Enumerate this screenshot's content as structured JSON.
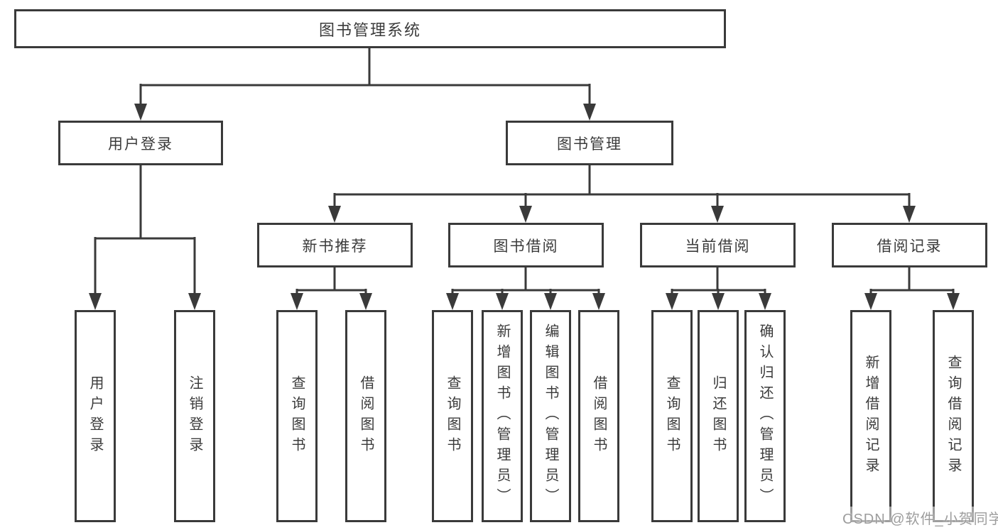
{
  "diagram": {
    "title": "图书管理系统",
    "root": {
      "label": "图书管理系统"
    },
    "branches": [
      {
        "label": "用户登录",
        "children": [
          {
            "label": "用户登录"
          },
          {
            "label": "注销登录"
          }
        ]
      },
      {
        "label": "图书管理",
        "children": [
          {
            "label": "新书推荐",
            "children": [
              {
                "label": "查询图书"
              },
              {
                "label": "借阅图书"
              }
            ]
          },
          {
            "label": "图书借阅",
            "children": [
              {
                "label": "查询图书"
              },
              {
                "label": "新增图书（管理员）"
              },
              {
                "label": "编辑图书（管理员）"
              },
              {
                "label": "借阅图书"
              }
            ]
          },
          {
            "label": "当前借阅",
            "children": [
              {
                "label": "查询图书"
              },
              {
                "label": "归还图书"
              },
              {
                "label": "确认归还（管理员）"
              }
            ]
          },
          {
            "label": "借阅记录",
            "children": [
              {
                "label": "新增借阅记录"
              },
              {
                "label": "查询借阅记录"
              }
            ]
          }
        ]
      }
    ]
  },
  "watermark": {
    "text": "CSDN @软件_小贺同学"
  },
  "colors": {
    "line": "#3a3a3a",
    "text": "#3b3b3b",
    "background": "#ffffff",
    "watermark": "#9d9d9d"
  }
}
